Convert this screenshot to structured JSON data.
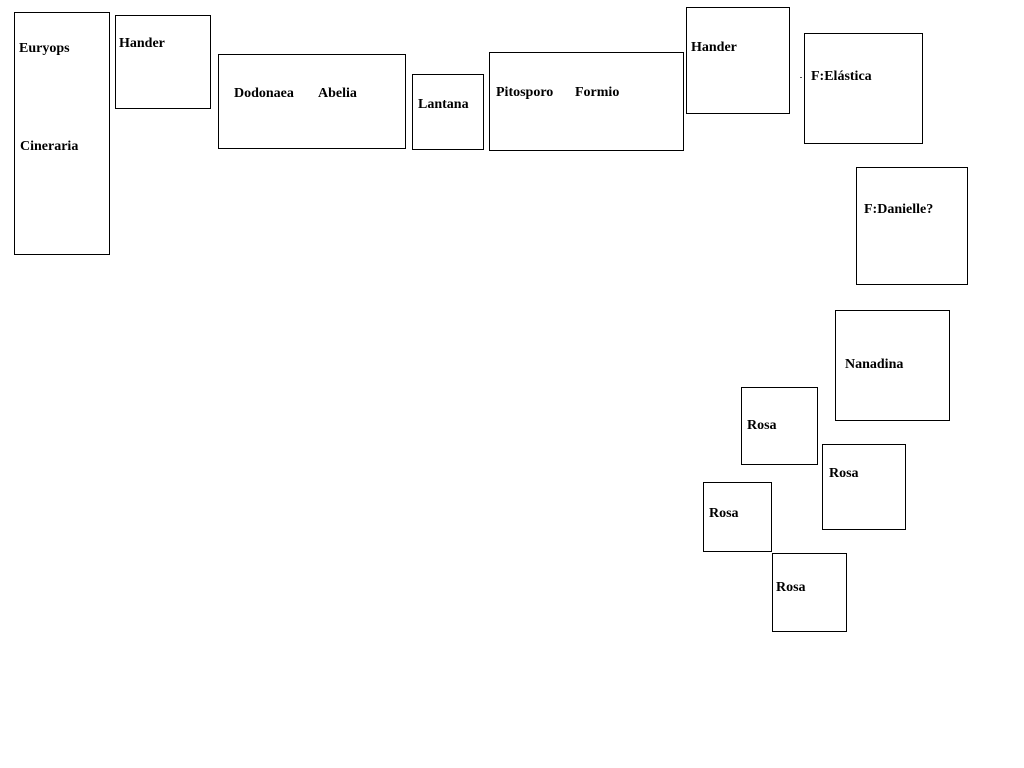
{
  "beds": {
    "bed_1": {
      "label_top": "Euryops",
      "label_bottom": "Cineraria"
    },
    "bed_2": {
      "label": "Hander"
    },
    "bed_3": {
      "label_left": "Dodonaea",
      "label_right": "Abelia"
    },
    "bed_4": {
      "label": "Lantana"
    },
    "bed_5": {
      "label_left": "Pitosporo",
      "label_right": "Formio"
    },
    "bed_6": {
      "label": "Hander"
    },
    "bed_7": {
      "label": "F:Elástica"
    },
    "bed_8": {
      "label": "F:Danielle?"
    },
    "bed_9": {
      "label": "Nanadina"
    },
    "bed_10": {
      "label": "Rosa"
    },
    "bed_11": {
      "label": "Rosa"
    },
    "bed_12": {
      "label": "Rosa"
    },
    "bed_13": {
      "label": "Rosa"
    }
  }
}
